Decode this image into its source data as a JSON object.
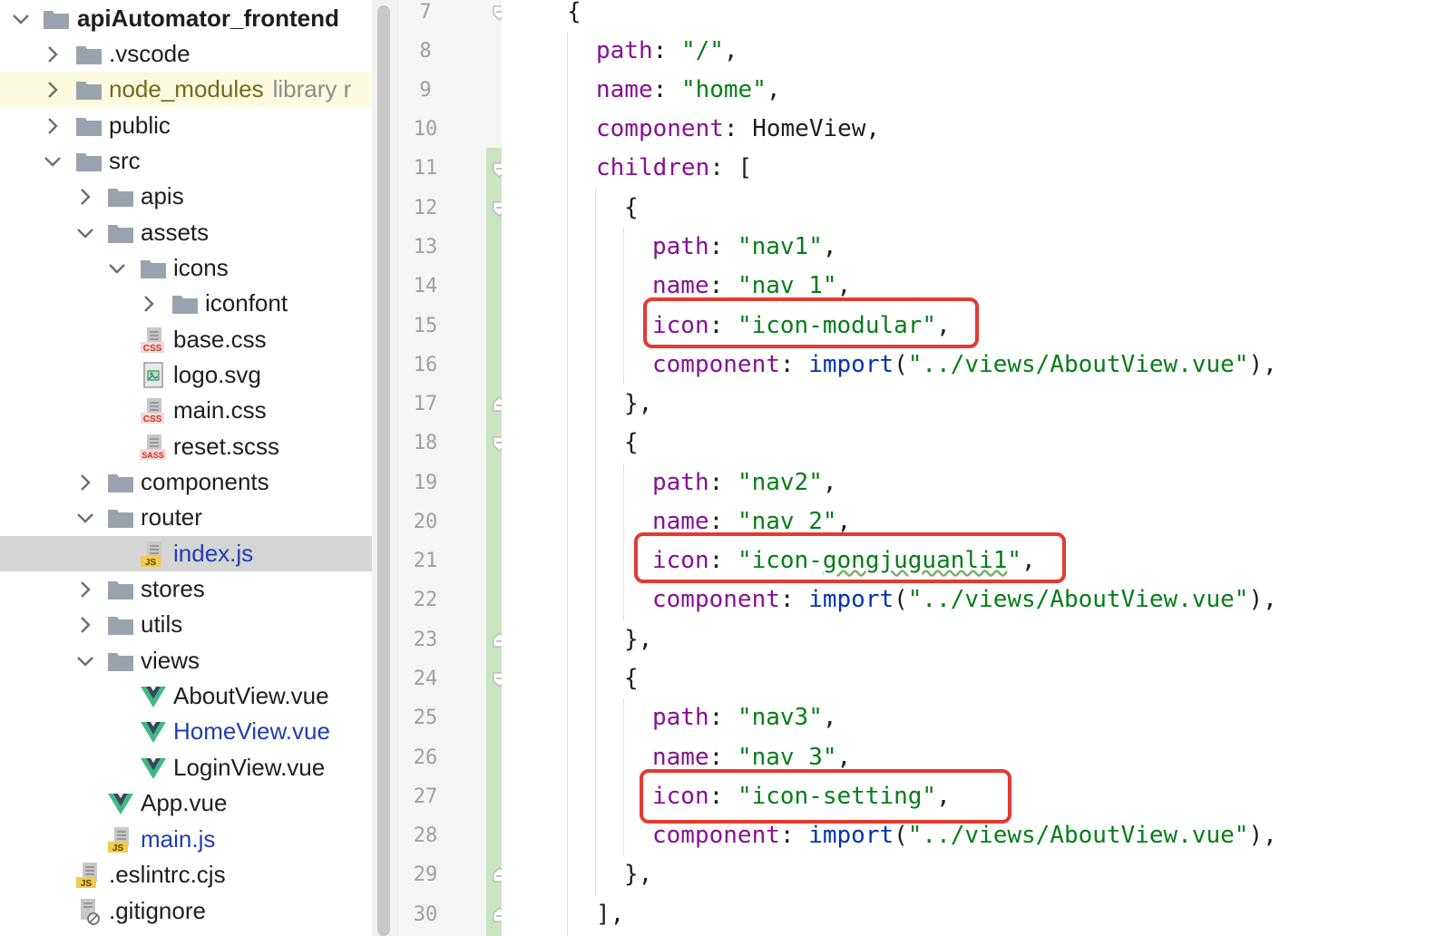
{
  "project_tree": {
    "items": [
      {
        "label": "apiAutomator_frontend",
        "chevron": "down"
      },
      {
        "label": ".vscode",
        "chevron": "right"
      },
      {
        "label": "node_modules",
        "extra": "library r",
        "chevron": "right"
      },
      {
        "label": "public",
        "chevron": "right"
      },
      {
        "label": "src",
        "chevron": "down"
      },
      {
        "label": "apis",
        "chevron": "right"
      },
      {
        "label": "assets",
        "chevron": "down"
      },
      {
        "label": "icons",
        "chevron": "down"
      },
      {
        "label": "iconfont",
        "chevron": "right"
      },
      {
        "label": "base.css",
        "badge": "CSS"
      },
      {
        "label": "logo.svg"
      },
      {
        "label": "main.css",
        "badge": "CSS"
      },
      {
        "label": "reset.scss",
        "badge": "SASS"
      },
      {
        "label": "components",
        "chevron": "right"
      },
      {
        "label": "router",
        "chevron": "down"
      },
      {
        "label": "index.js",
        "badge": "JS"
      },
      {
        "label": "stores",
        "chevron": "right"
      },
      {
        "label": "utils",
        "chevron": "right"
      },
      {
        "label": "views",
        "chevron": "down"
      },
      {
        "label": "AboutView.vue"
      },
      {
        "label": "HomeView.vue"
      },
      {
        "label": "LoginView.vue"
      },
      {
        "label": "App.vue"
      },
      {
        "label": "main.js",
        "badge": "JS"
      },
      {
        "label": ".eslintrc.cjs",
        "badge": "JS"
      },
      {
        "label": ".gitignore"
      }
    ]
  },
  "editor": {
    "line_numbers": [
      "7",
      "8",
      "9",
      "10",
      "11",
      "12",
      "13",
      "14",
      "15",
      "16",
      "17",
      "18",
      "19",
      "20",
      "21",
      "22",
      "23",
      "24",
      "25",
      "26",
      "27",
      "28",
      "29",
      "30"
    ],
    "code": {
      "l7_brace": "{",
      "path_key": "path",
      "name_key": "name",
      "component_key": "component",
      "children_key": "children",
      "icon_key": "icon",
      "import_kw": "import",
      "colon": ": ",
      "comma": ",",
      "open_bracket": "[",
      "close_bracket": "],",
      "open_brace": "{",
      "close_brace": "},",
      "open_paren": "(",
      "close_paren": "),",
      "root_path": "\"/\"",
      "root_name": "\"home\"",
      "root_component": "HomeView,",
      "about_view_path": "\"../views/AboutView.vue\"",
      "nav1_path": "\"nav1\"",
      "nav1_name": "\"nav 1\"",
      "nav1_icon": "\"icon-modular\"",
      "nav2_path": "\"nav2\"",
      "nav2_name": "\"nav 2\"",
      "nav2_icon_prefix": "\"icon-",
      "nav2_icon_word": "gongjuguanli1",
      "nav2_icon_suffix": "\"",
      "nav3_path": "\"nav3\"",
      "nav3_name": "\"nav 3\"",
      "nav3_icon": "\"icon-setting\""
    }
  },
  "colors": {
    "highlight_box": "#e33a2f",
    "key": "#871094",
    "string": "#067d17",
    "keyword": "#0033b3",
    "changed_lines": "#c9e5c2"
  }
}
